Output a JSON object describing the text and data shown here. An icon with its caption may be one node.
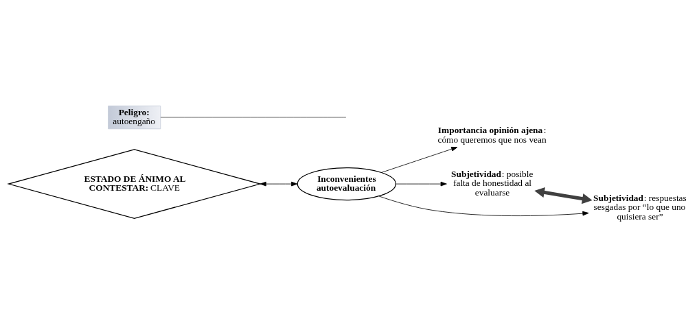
{
  "diagram": {
    "nodes": [
      {
        "text": [
          "Inconvenientes autoevaluación"
        ]
      },
      {
        "text": [
          "**Importancia opinión ajena**: cómo queremos que nos vean"
        ]
      },
      {
        "text": [
          "**Subjetividad**: posible falta de honestidad al evaluarse"
        ]
      },
      {
        "text": [
          "**Subjetividad**: respuestas sesgadas por “lo que uno quisiera ser”"
        ]
      },
      {
        "text": [
          "**ESTADO DE ÁNIMO AL CONTESTAR:** CLAVE"
        ]
      },
      {
        "text": [
          "Peligro:",
          "autoengaño"
        ]
      }
    ],
    "edges": [
      {
        "from": 0,
        "to": 1,
        "arrow": "to"
      },
      {
        "from": 0,
        "to": 2,
        "arrow": "to"
      },
      {
        "from": 0,
        "to": 3,
        "arrow": "to"
      },
      {
        "from": 4,
        "to": 0,
        "arrow": "both"
      },
      {
        "from": 2,
        "to": 3,
        "arrow": "both",
        "style": "thick",
        "color": "#404040"
      },
      {
        "from": 5,
        "to": null,
        "arrow": "none"
      }
    ]
  }
}
